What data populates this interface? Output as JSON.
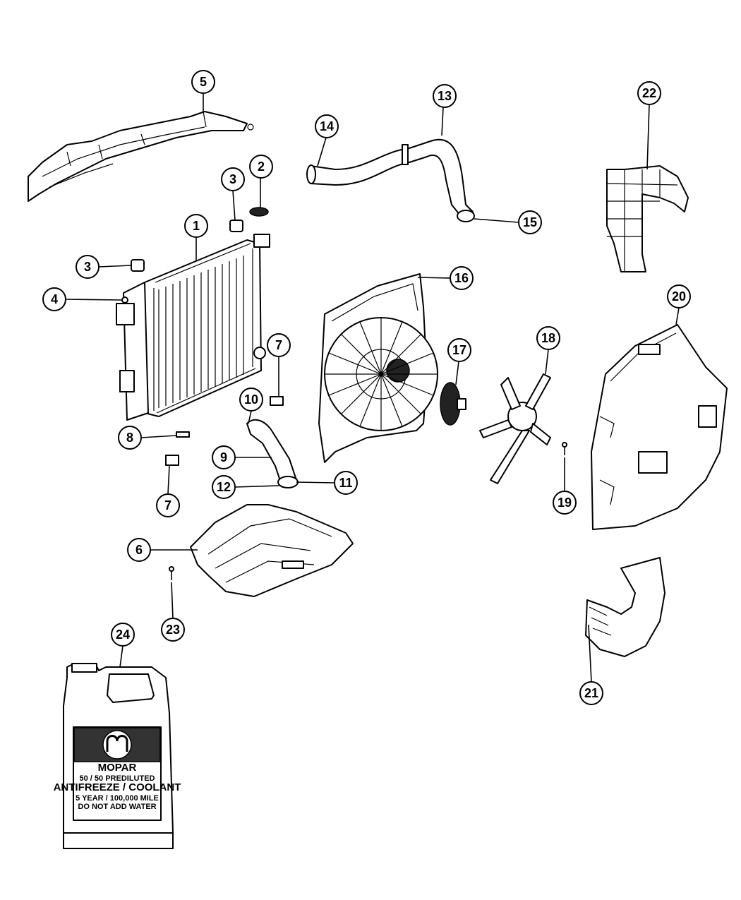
{
  "callouts": [
    {
      "id": "1"
    },
    {
      "id": "2"
    },
    {
      "id": "3a",
      "label": "3"
    },
    {
      "id": "3b",
      "label": "3"
    },
    {
      "id": "4"
    },
    {
      "id": "5"
    },
    {
      "id": "6"
    },
    {
      "id": "7a",
      "label": "7"
    },
    {
      "id": "7b",
      "label": "7"
    },
    {
      "id": "8"
    },
    {
      "id": "9"
    },
    {
      "id": "10"
    },
    {
      "id": "11"
    },
    {
      "id": "12"
    },
    {
      "id": "13"
    },
    {
      "id": "14"
    },
    {
      "id": "15"
    },
    {
      "id": "16"
    },
    {
      "id": "17"
    },
    {
      "id": "18"
    },
    {
      "id": "19"
    },
    {
      "id": "20"
    },
    {
      "id": "21"
    },
    {
      "id": "22"
    },
    {
      "id": "23"
    },
    {
      "id": "24"
    }
  ],
  "labels": {
    "c1": "1",
    "c2": "2",
    "c3a": "3",
    "c3b": "3",
    "c4": "4",
    "c5": "5",
    "c6": "6",
    "c7a": "7",
    "c7b": "7",
    "c8": "8",
    "c9": "9",
    "c10": "10",
    "c11": "11",
    "c12": "12",
    "c13": "13",
    "c14": "14",
    "c15": "15",
    "c16": "16",
    "c17": "17",
    "c18": "18",
    "c19": "19",
    "c20": "20",
    "c21": "21",
    "c22": "22",
    "c23": "23",
    "c24": "24"
  },
  "jug_label": {
    "brand": "MOPAR",
    "line1": "50 / 50 PREDILUTED",
    "line2": "ANTIFREEZE / COOLANT",
    "line3": "5 YEAR / 100,000 MILE",
    "line4": "DO NOT ADD WATER"
  }
}
